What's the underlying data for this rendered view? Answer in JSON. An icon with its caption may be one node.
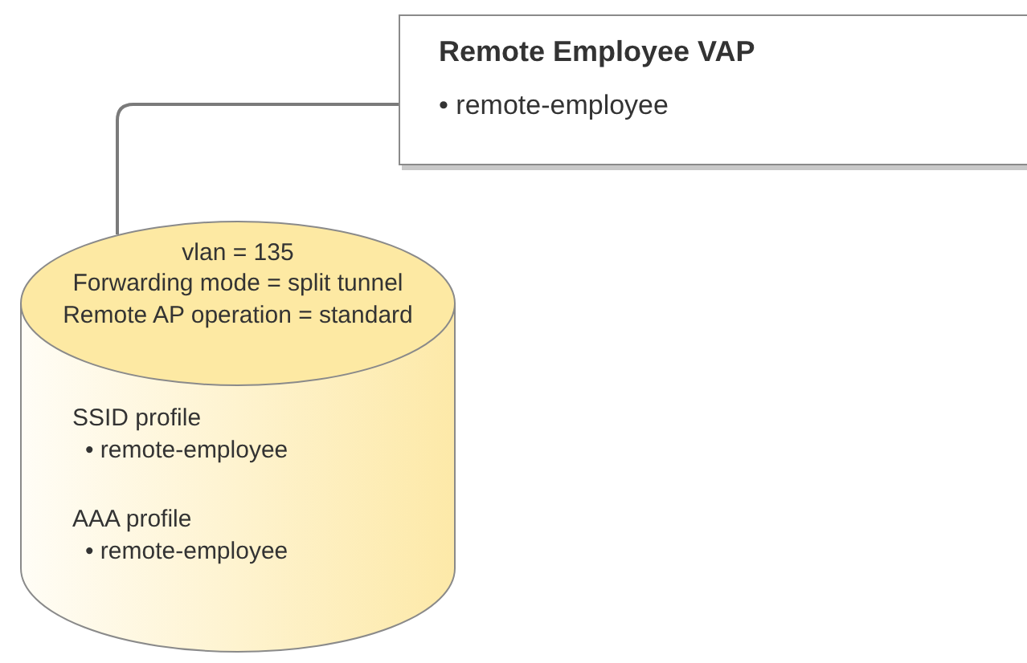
{
  "diagram": {
    "nodes": [
      {
        "text": [
          "Remote Employee VAP",
          "• remote-employee"
        ]
      },
      {
        "text": [
          "vlan = 135",
          "Forwarding mode = split tunnel",
          "Remote AP operation = standard",
          "SSID profile",
          "• remote-employee",
          "AAA profile",
          "• remote-employee"
        ]
      }
    ],
    "edges": [
      {
        "from": 1,
        "to": 0,
        "arrow": "none"
      }
    ]
  }
}
